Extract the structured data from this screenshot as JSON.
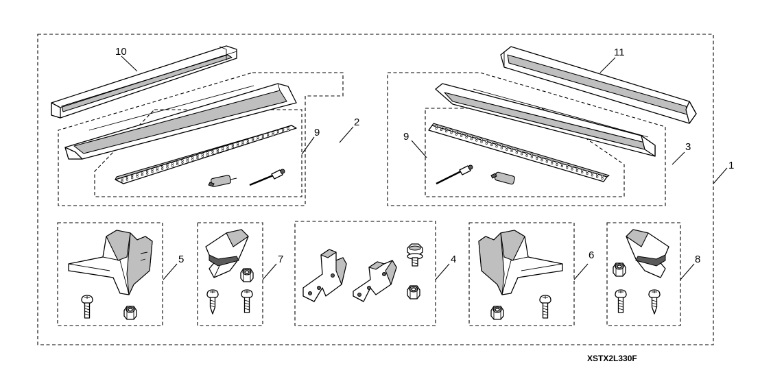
{
  "figure": {
    "code": "XSTX2L330F",
    "callouts": {
      "c1": "1",
      "c2": "2",
      "c3": "3",
      "c4": "4",
      "c5": "5",
      "c6": "6",
      "c7": "7",
      "c8": "8",
      "c9_left": "9",
      "c9_right": "9",
      "c10": "10",
      "c11": "11"
    }
  }
}
